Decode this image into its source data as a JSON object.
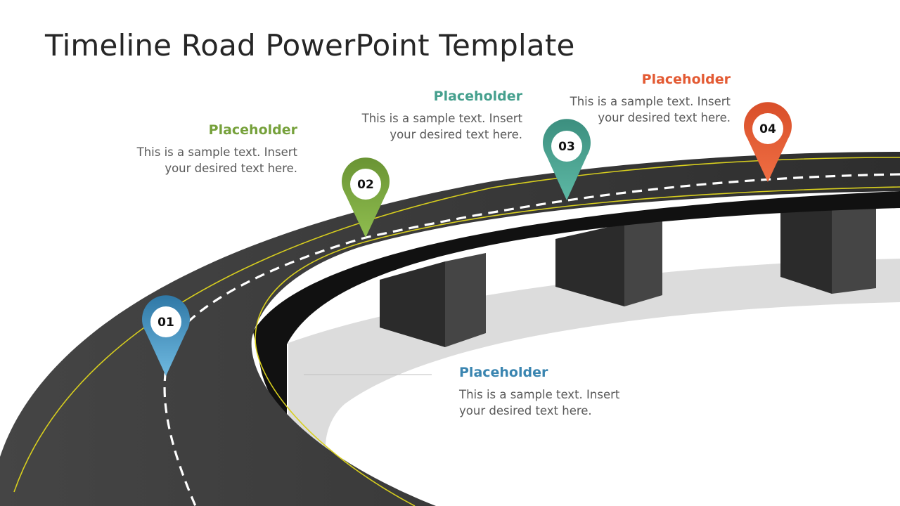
{
  "title": "Timeline Road PowerPoint Template",
  "colors": {
    "blue": "#3A85B0",
    "green": "#76A13B",
    "teal": "#46A08E",
    "orange": "#E35A33",
    "road": "#3d3d3d",
    "edge_line": "#d8cf1e",
    "pillar_front": "#333333",
    "shadow": "#dcdcdc",
    "text_gray": "#595959"
  },
  "milestones": [
    {
      "number": "01",
      "heading": "Placeholder",
      "line1": "This is a sample text. Insert",
      "line2": "your desired text here.",
      "color": "blue"
    },
    {
      "number": "02",
      "heading": "Placeholder",
      "line1": "This is a sample text. Insert",
      "line2": "your desired text here.",
      "color": "green"
    },
    {
      "number": "03",
      "heading": "Placeholder",
      "line1": "This is a sample text. Insert",
      "line2": "your desired text here.",
      "color": "teal"
    },
    {
      "number": "04",
      "heading": "Placeholder",
      "line1": "This is a sample text. Insert",
      "line2": "your desired text here.",
      "color": "orange"
    }
  ]
}
